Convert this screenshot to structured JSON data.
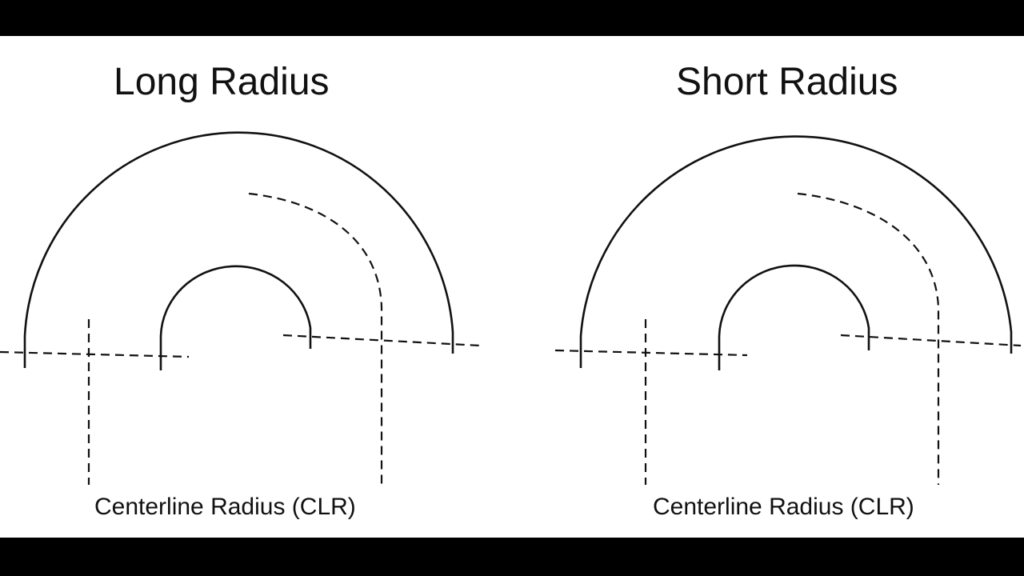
{
  "panels": [
    {
      "title": "Long Radius",
      "caption": "Centerline Radius (CLR)"
    },
    {
      "title": "Short Radius",
      "caption": "Centerline Radius (CLR)"
    }
  ],
  "colors": {
    "line": "#111111",
    "background": "#ffffff",
    "letterbox": "#000000"
  }
}
